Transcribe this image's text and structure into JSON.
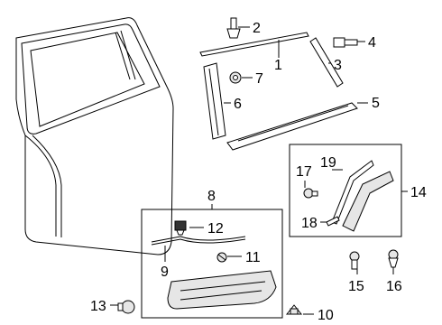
{
  "callouts": {
    "n1": "1",
    "n2": "2",
    "n3": "3",
    "n4": "4",
    "n5": "5",
    "n6": "6",
    "n7": "7",
    "n8": "8",
    "n9": "9",
    "n10": "10",
    "n11": "11",
    "n12": "12",
    "n13": "13",
    "n14": "14",
    "n15": "15",
    "n16": "16",
    "n17": "17",
    "n18": "18",
    "n19": "19"
  }
}
